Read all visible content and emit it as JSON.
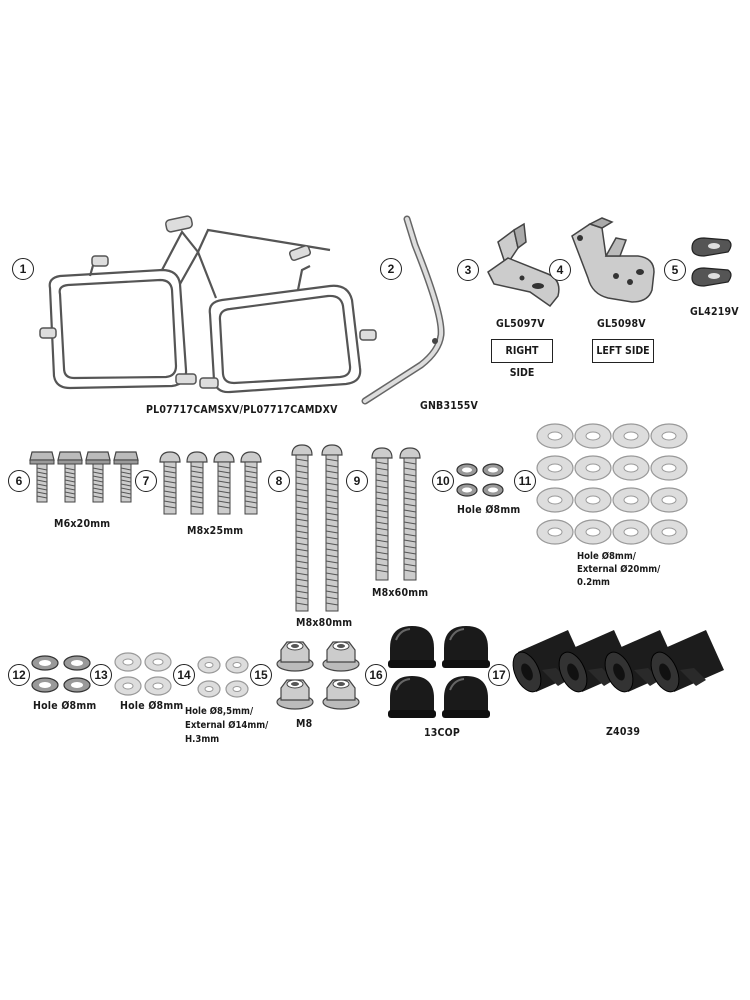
{
  "callouts": [
    "1",
    "2",
    "3",
    "4",
    "5",
    "6",
    "7",
    "8",
    "9",
    "10",
    "11",
    "12",
    "13",
    "14",
    "15",
    "16",
    "17"
  ],
  "labels": {
    "frame": "PL07717CAMSXV/PL07717CAMDXV",
    "bar": "GNB3155V",
    "bracket_right": "GL5097V",
    "bracket_left": "GL5098V",
    "clips": "GL4219V",
    "side_right": "RIGHT SIDE",
    "side_left": "LEFT SIDE",
    "bolt6": "M6x20mm",
    "bolt7": "M8x25mm",
    "bolt8": "M8x80mm",
    "bolt9": "M8x60mm",
    "washer10": "Hole Ø8mm",
    "washer11_l1": "Hole Ø8mm/",
    "washer11_l2": "External Ø20mm/",
    "washer11_l3": "0.2mm",
    "washer12": "Hole Ø8mm",
    "washer13": "Hole Ø8mm",
    "washer14_l1": "Hole Ø8,5mm/",
    "washer14_l2": "External Ø14mm/",
    "washer14_l3": "H.3mm",
    "nut16": "M8",
    "caps": "13COP",
    "spacers": "Z4039"
  }
}
